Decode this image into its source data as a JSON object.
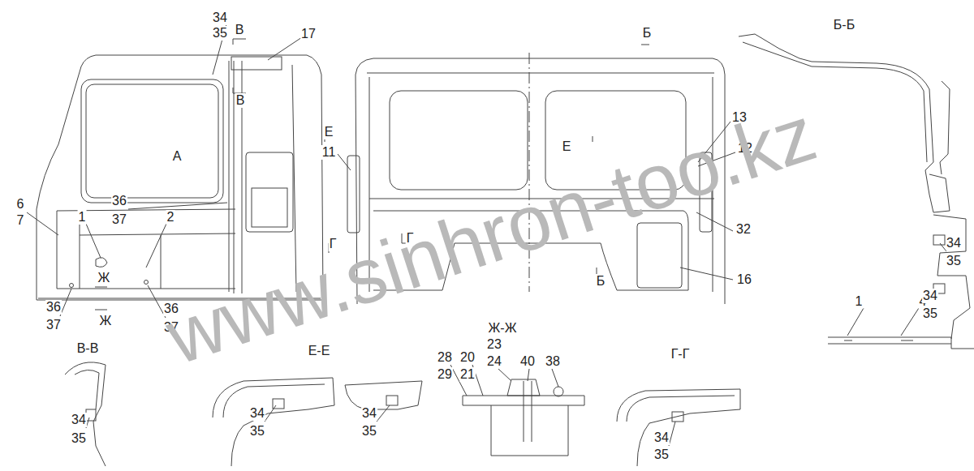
{
  "diagram": {
    "labels": [
      "34",
      "35",
      "В",
      "17",
      "В",
      "А",
      "6",
      "7",
      "36",
      "37",
      "1",
      "2",
      "Ж",
      "36",
      "37",
      "36",
      "37",
      "Ж",
      "Б",
      "Е",
      "11",
      "13",
      "12",
      "Е",
      "32",
      "Г",
      "Г",
      "16",
      "Б",
      "Б-Б",
      "34",
      "35",
      "1",
      "4",
      "34",
      "35",
      "В-В",
      "34",
      "35",
      "Е-Е",
      "34",
      "35",
      "34",
      "35",
      "Ж-Ж",
      "28",
      "20",
      "23",
      "24",
      "40",
      "38",
      "29",
      "21",
      "Г-Г",
      "34",
      "35",
      "www.sinhron-too.kz"
    ]
  }
}
